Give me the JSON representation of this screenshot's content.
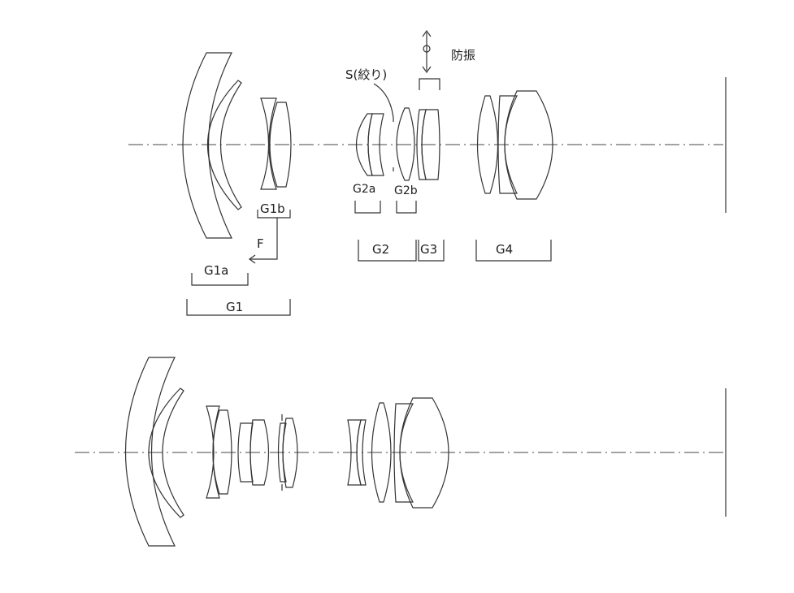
{
  "diagram": {
    "top_labels": {
      "stop": "S(絞り)",
      "vibration": "防振",
      "g1a": "G1a",
      "g1b": "G1b",
      "focus": "F",
      "g1": "G1",
      "g2a": "G2a",
      "g2b": "G2b",
      "g2": "G2",
      "g3": "G3",
      "g4": "G4"
    }
  }
}
